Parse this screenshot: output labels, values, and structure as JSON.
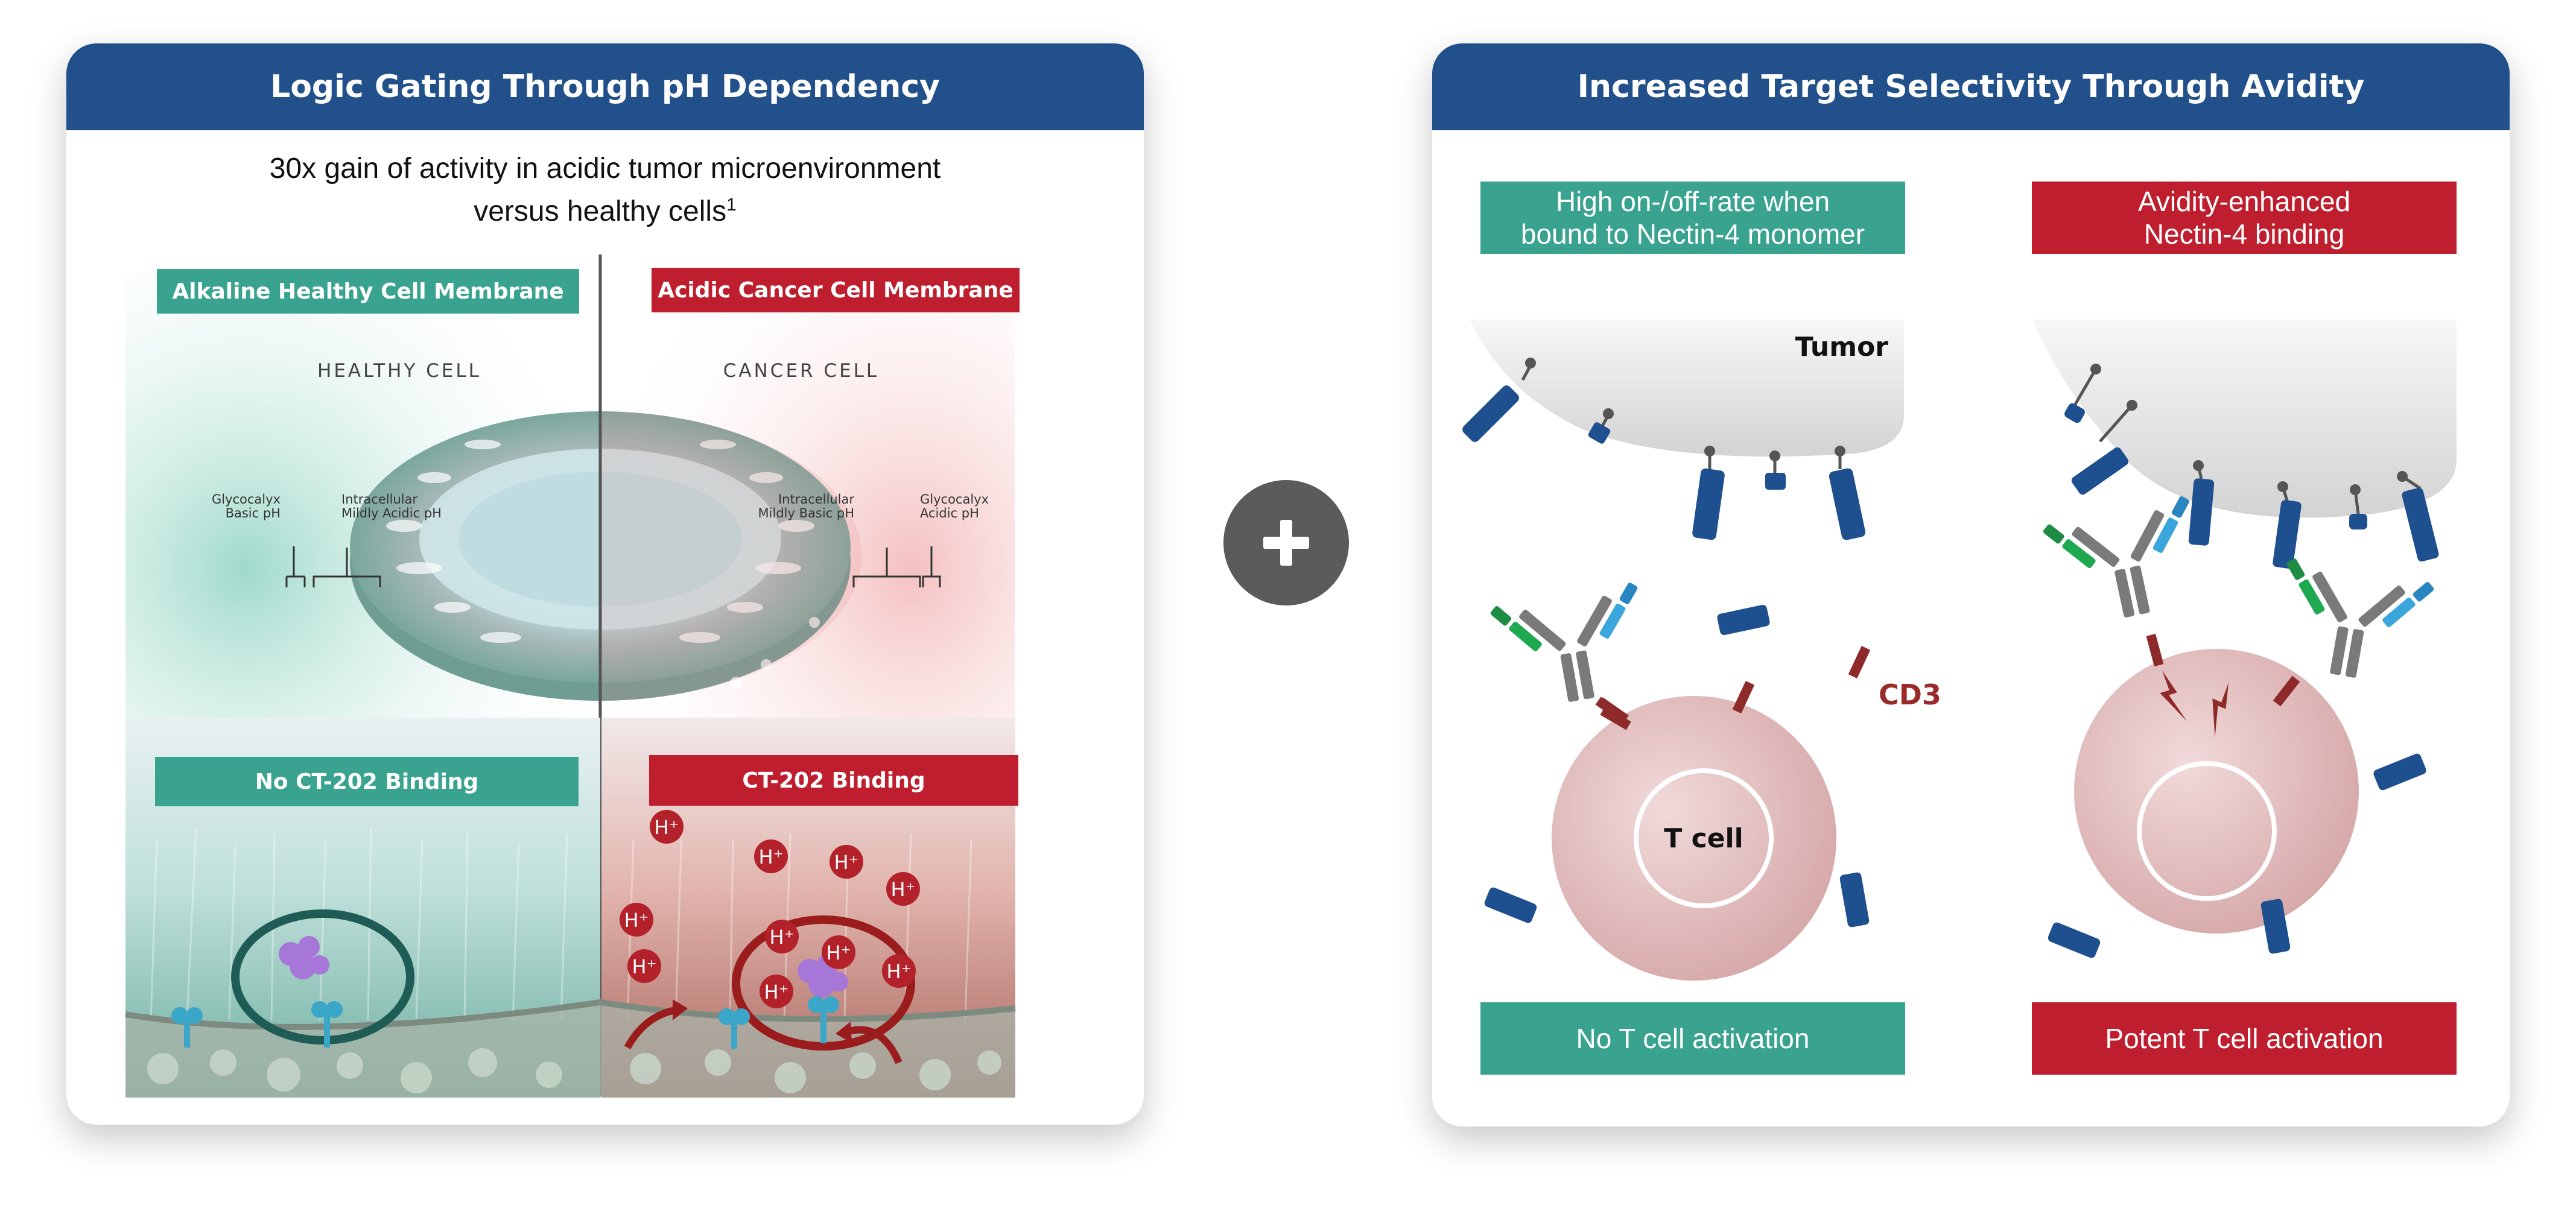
{
  "left_panel": {
    "title": "Logic Gating Through pH Dependency",
    "subtitle_line1": "30x gain of activity in acidic tumor microenvironment",
    "subtitle_line2": "versus healthy cells",
    "subtitle_footnote": "1",
    "healthy_membrane_label": "Alkaline Healthy Cell Membrane",
    "cancer_membrane_label": "Acidic Cancer Cell Membrane",
    "healthy_cell_heading": "HEALTHY CELL",
    "cancer_cell_heading": "CANCER CELL",
    "healthy_glycocalyx_l1": "Glycocalyx",
    "healthy_glycocalyx_l2": "Basic pH",
    "healthy_intracellular_l1": "Intracellular",
    "healthy_intracellular_l2": "Mildly Acidic pH",
    "cancer_intracellular_l1": "Intracellular",
    "cancer_intracellular_l2": "Mildly Basic pH",
    "cancer_glycocalyx_l1": "Glycocalyx",
    "cancer_glycocalyx_l2": "Acidic pH",
    "no_binding_label": "No CT-202 Binding",
    "binding_label": "CT-202 Binding",
    "proton_symbol": "H⁺"
  },
  "right_panel": {
    "title": "Increased Target Selectivity Through Avidity",
    "monomer_box": "High on-/off-rate when bound to Nectin-4 monomer",
    "avidity_box": "Avidity-enhanced Nectin-4 binding",
    "tumor_label": "Tumor",
    "cd3_label": "CD3",
    "tcell_label": "T cell",
    "no_activation": "No T cell activation",
    "potent_activation": "Potent T cell activation"
  },
  "colors": {
    "header_blue": "#22508b",
    "teal": "#3aa38f",
    "red": "#be1e2d",
    "plus_gray": "#5b5b5b",
    "receptor_blue": "#1e4f8f",
    "cd3_maroon": "#8e2a2a"
  },
  "icons": {
    "plus": "plus-icon",
    "proton": "proton-icon",
    "antibody": "bispecific-antibody-icon",
    "receptor": "nectin4-receptor-icon",
    "signal": "lightning-bolt-icon"
  }
}
